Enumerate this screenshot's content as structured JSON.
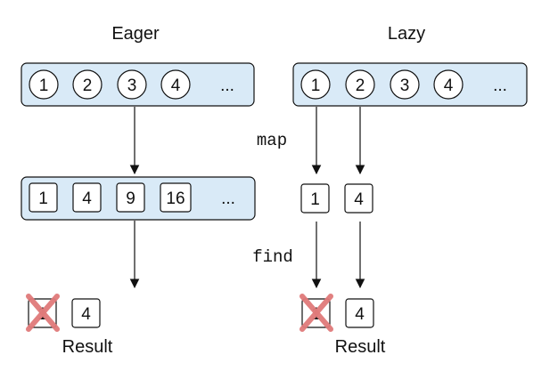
{
  "eager": {
    "title": "Eager",
    "source_items": [
      "1",
      "2",
      "3",
      "4",
      "..."
    ],
    "mapped_items": [
      "1",
      "4",
      "9",
      "16",
      "..."
    ],
    "result_items": [
      "1",
      "4"
    ],
    "result_label": "Result"
  },
  "lazy": {
    "title": "Lazy",
    "source_items": [
      "1",
      "2",
      "3",
      "4",
      "..."
    ],
    "mapped_items": [
      "1",
      "4"
    ],
    "result_items": [
      "1",
      "4"
    ],
    "result_label": "Result"
  },
  "ops": {
    "map": "map",
    "find": "find"
  },
  "colors": {
    "container_fill": "#d9eaf7",
    "cross": "#e07a7a",
    "stroke": "#111111"
  }
}
